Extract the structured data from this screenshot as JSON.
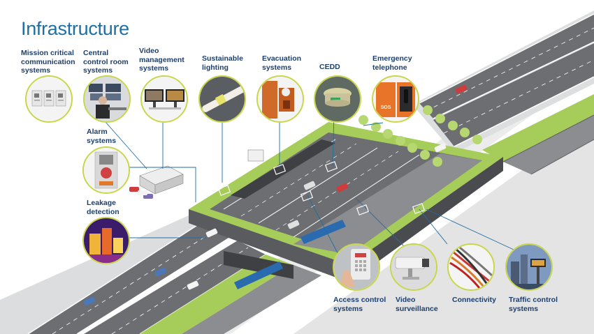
{
  "title": "Infrastructure",
  "labels": {
    "mission": "Mission critical\ncommunication\nsystems",
    "central": "Central\ncontrol room\nsystems",
    "video_mgmt": "Video\nmanagement\nsystems",
    "lighting": "Sustainable\nlighting",
    "evacuation": "Evacuation\nsystems",
    "cedd": "CEDD",
    "emergency": "Emergency\ntelephone",
    "alarm": "Alarm\nsystems",
    "leakage": "Leakage\ndetection",
    "access": "Access control\nsystems",
    "surveillance": "Video\nsurveillance",
    "connectivity": "Connectivity",
    "traffic": "Traffic control\nsystems"
  },
  "sos_text": "SOS",
  "colors": {
    "title": "#1f6fa3",
    "label": "#1c3f6e",
    "accent_green": "#c8d64a",
    "road": "#6d6e72",
    "grass": "#a6cc5a",
    "tunnel_wall": "#5a5b5e",
    "line": "#1f6fa3"
  },
  "icons": [
    "mission-critical-comm-icon",
    "control-room-icon",
    "video-management-icon",
    "lighting-icon",
    "evacuation-icon",
    "cedd-icon",
    "emergency-telephone-icon",
    "alarm-icon",
    "leakage-icon",
    "access-control-icon",
    "surveillance-camera-icon",
    "cable-icon",
    "traffic-tower-icon"
  ]
}
